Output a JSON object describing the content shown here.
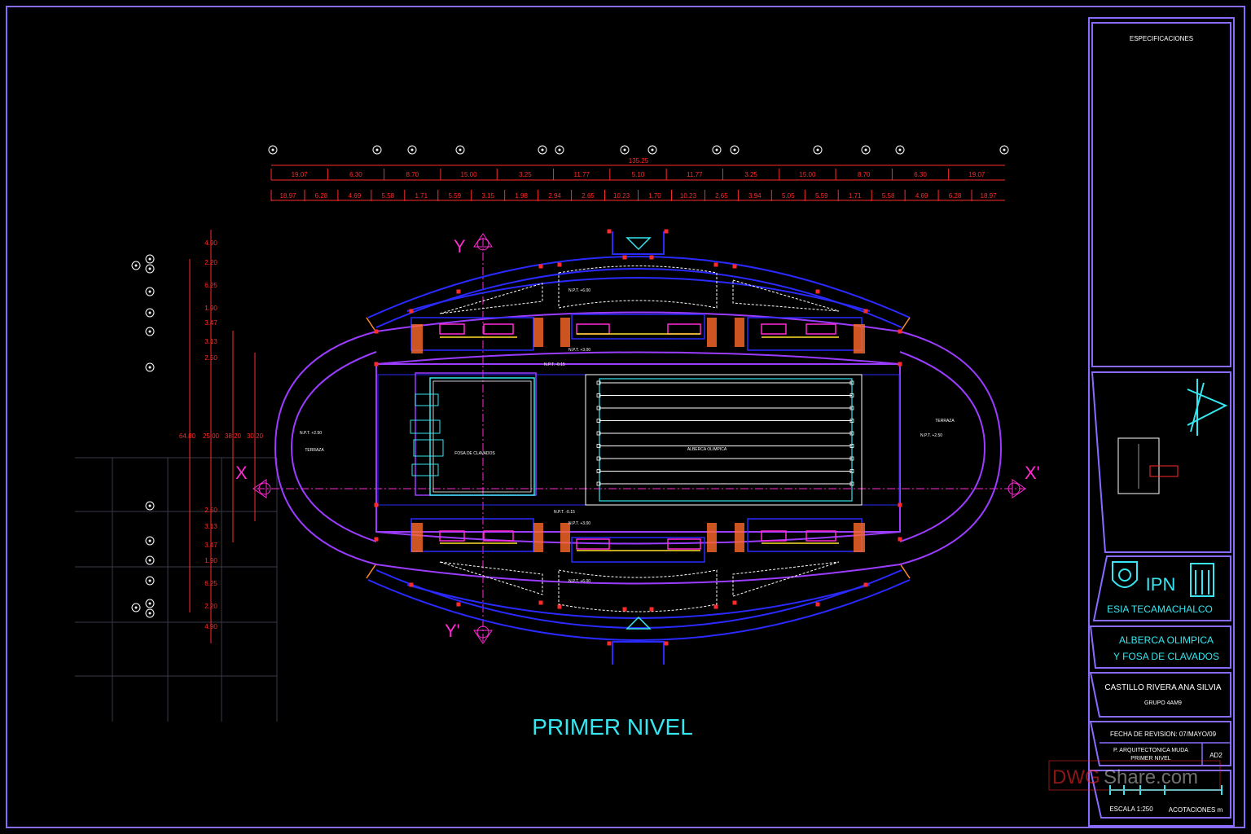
{
  "drawing": {
    "title": "PRIMER NIVEL",
    "axes": {
      "y_top": "Y",
      "y_bottom": "Y'",
      "x_left": "X",
      "x_right": "X'"
    },
    "overall_dimension": "135.25",
    "dim_row1": [
      "19.07",
      "6.30",
      "8.70",
      "15.00",
      "3.25",
      "11.77",
      "5.10",
      "11.77",
      "3.25",
      "15.00",
      "8.70",
      "6.30",
      "19.07"
    ],
    "dim_row2": [
      "18.97",
      "6.28",
      "4.69",
      "5.58",
      "1.71",
      "5.59",
      "3.15",
      "1.98",
      "2.94",
      "2.65",
      "10.23",
      "1.70",
      "10.23",
      "2.65",
      "3.94",
      "5.05",
      "5.59",
      "1.71",
      "5.58",
      "4.69",
      "6.28",
      "18.97"
    ],
    "vertical_dims": [
      "4.90",
      "2.20",
      "6.25",
      "1.90",
      "3.47",
      "3.13",
      "2.50",
      "25.00",
      "2.50",
      "3.13",
      "3.47",
      "1.90",
      "6.25",
      "2.20",
      "4.90"
    ],
    "vertical_totals": [
      "64.80",
      "38.20",
      "30.20"
    ],
    "labels": {
      "pool": "ALBERCA OLIMPICA",
      "diving": "FOSA DE CLAVADOS",
      "terrace_left": "TERRAZA",
      "terrace_right": "TERRAZA",
      "npt_terrace_left": "N.P.T. +2.50",
      "npt_terrace_right": "N.P.T. +2.50",
      "npt_top_stands": "N.P.T. +6.00",
      "npt_bottom_stands": "N.P.T. +6.00",
      "npt_top_corridor": "N.P.T. +3.00",
      "npt_bottom_corridor": "N.P.T. +3.00",
      "npt_pool_top": "N.P.T. -0.15",
      "npt_pool_bottom": "N.P.T. -0.15"
    }
  },
  "title_block": {
    "specs_title": "ESPECIFICACIONES",
    "institution": "IPN",
    "school": "ESIA   TECAMACHALCO",
    "project_line1": "ALBERCA OLIMPICA",
    "project_line2": "Y FOSA DE CLAVADOS",
    "author": "CASTILLO RIVERA ANA SILVIA",
    "group": "GRUPO 4AM9",
    "revision_date": "FECHA DE REVISION: 07/MAYO/09",
    "sheet_desc_1": "P. ARQUITECTONICA MUDA",
    "sheet_desc_2": "PRIMER  NIVEL",
    "sheet_number": "AD2",
    "scale": "ESCALA 1:250",
    "units": "ACOTACIONES m"
  },
  "watermark": {
    "prefix": "DWG",
    "suffix": "Share.com"
  },
  "colors": {
    "frame": "#8a6bff",
    "red": "#ff2a2a",
    "magenta": "#ff2ad4",
    "blue": "#2a2aff",
    "purple": "#9b3cff",
    "cyan": "#36e6f0",
    "white": "#ffffff"
  }
}
